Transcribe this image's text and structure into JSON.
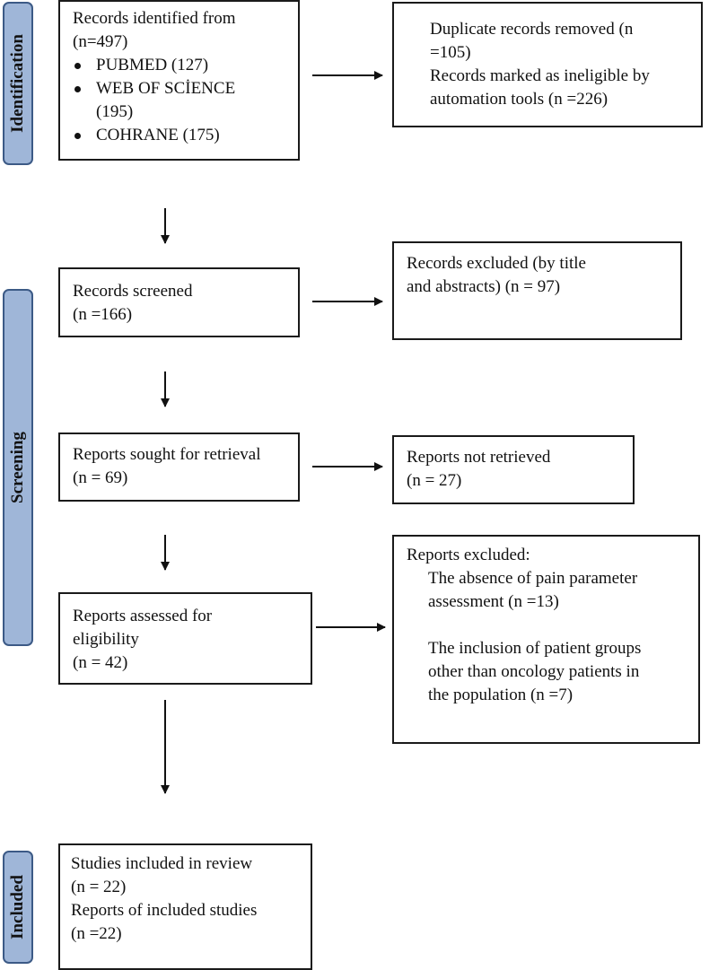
{
  "stages": {
    "identification": "Identification",
    "screening": "Screening",
    "included": "Included"
  },
  "identified": {
    "title": "Records identified from",
    "count": "(n=497)",
    "sources": [
      {
        "name": "PUBMED (127)"
      },
      {
        "name": "WEB OF SCİENCE",
        "count": "(195)"
      },
      {
        "name": "COHRANE (175)"
      }
    ]
  },
  "removed": {
    "duplicates_1": "Duplicate records removed (n",
    "duplicates_2": "=105)",
    "ineligible_1": "Records marked as ineligible by",
    "ineligible_2": "automation tools (n =226)"
  },
  "screened": {
    "label": "Records screened",
    "count": "(n =166)"
  },
  "excluded_title": {
    "label_1": "Records excluded (by title",
    "label_2": "and abstracts) (n = 97)"
  },
  "sought": {
    "label": "Reports sought for retrieval",
    "count": "(n = 69)"
  },
  "not_retrieved": {
    "label": "Reports not retrieved",
    "count": "(n = 27)"
  },
  "assessed": {
    "label_1": "Reports assessed for",
    "label_2": "eligibility",
    "count": "(n = 42)"
  },
  "reports_excluded": {
    "title": "Reports excluded:",
    "reason1_1": "The absence of pain parameter",
    "reason1_2": "assessment (n =13)",
    "reason2_1": "The inclusion of patient groups",
    "reason2_2": "other than oncology patients in",
    "reason2_3": "the population (n =7)"
  },
  "included": {
    "studies": "Studies included in review",
    "studies_count": "(n = 22)",
    "reports": "Reports of included studies",
    "reports_count": "(n =22)"
  }
}
